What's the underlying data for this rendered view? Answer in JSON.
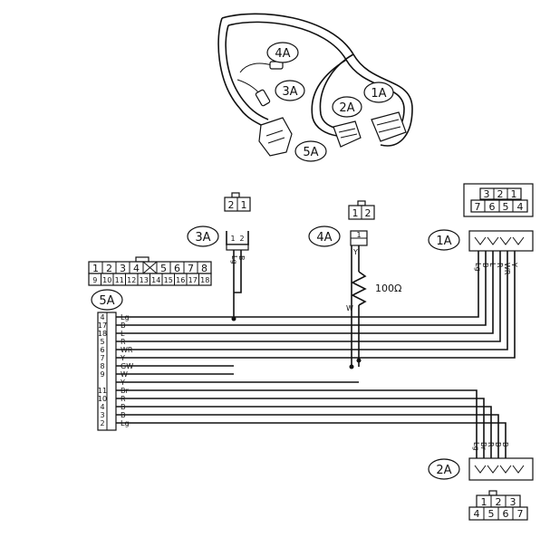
{
  "harness": {
    "callouts": [
      "4A",
      "3A",
      "2A",
      "1A",
      "5A"
    ]
  },
  "connectors": {
    "c3A": {
      "label": "3A",
      "face": [
        "2",
        "1"
      ]
    },
    "c4A": {
      "label": "4A",
      "face": [
        "1",
        "2"
      ]
    },
    "c1A": {
      "label": "1A",
      "face_top": [
        "3",
        "2",
        "1"
      ],
      "face_bottom": [
        "7",
        "6",
        "5",
        "4"
      ]
    },
    "c5A": {
      "label": "5A",
      "face_top": [
        "1",
        "2",
        "3",
        "4",
        "5",
        "6",
        "7",
        "8"
      ],
      "face_bottom": [
        "9",
        "10",
        "11",
        "12",
        "13",
        "14",
        "15",
        "16",
        "17",
        "18"
      ]
    },
    "c2A": {
      "label": "2A",
      "face_top": [
        "1",
        "2",
        "3"
      ],
      "face_bottom": [
        "4",
        "5",
        "6",
        "7"
      ]
    }
  },
  "resistor": {
    "value": "100Ω",
    "wire_code": "W"
  },
  "c5A_pins": [
    {
      "pin": "4",
      "wire": "Lg"
    },
    {
      "pin": "17",
      "wire": "B"
    },
    {
      "pin": "18",
      "wire": "L"
    },
    {
      "pin": "5",
      "wire": "R"
    },
    {
      "pin": "6",
      "wire": "WR"
    },
    {
      "pin": "7",
      "wire": "Y"
    },
    {
      "pin": "8",
      "wire": "GW"
    },
    {
      "pin": "9",
      "wire": "W"
    },
    {
      "pin": "",
      "wire": "Y"
    },
    {
      "pin": "11",
      "wire": "Br"
    },
    {
      "pin": "10",
      "wire": "R"
    },
    {
      "pin": "4",
      "wire": "B"
    },
    {
      "pin": "3",
      "wire": "B"
    },
    {
      "pin": "2",
      "wire": "Lg"
    }
  ],
  "c1A_codes": [
    "Lg",
    "B",
    "L",
    "R",
    "WR",
    "Y"
  ],
  "c2A_codes": [
    "Lg",
    "Br",
    "R",
    "B",
    "B"
  ],
  "c3A_codes": [
    "Lg",
    "B"
  ],
  "c4A_codes": [
    "Y"
  ]
}
